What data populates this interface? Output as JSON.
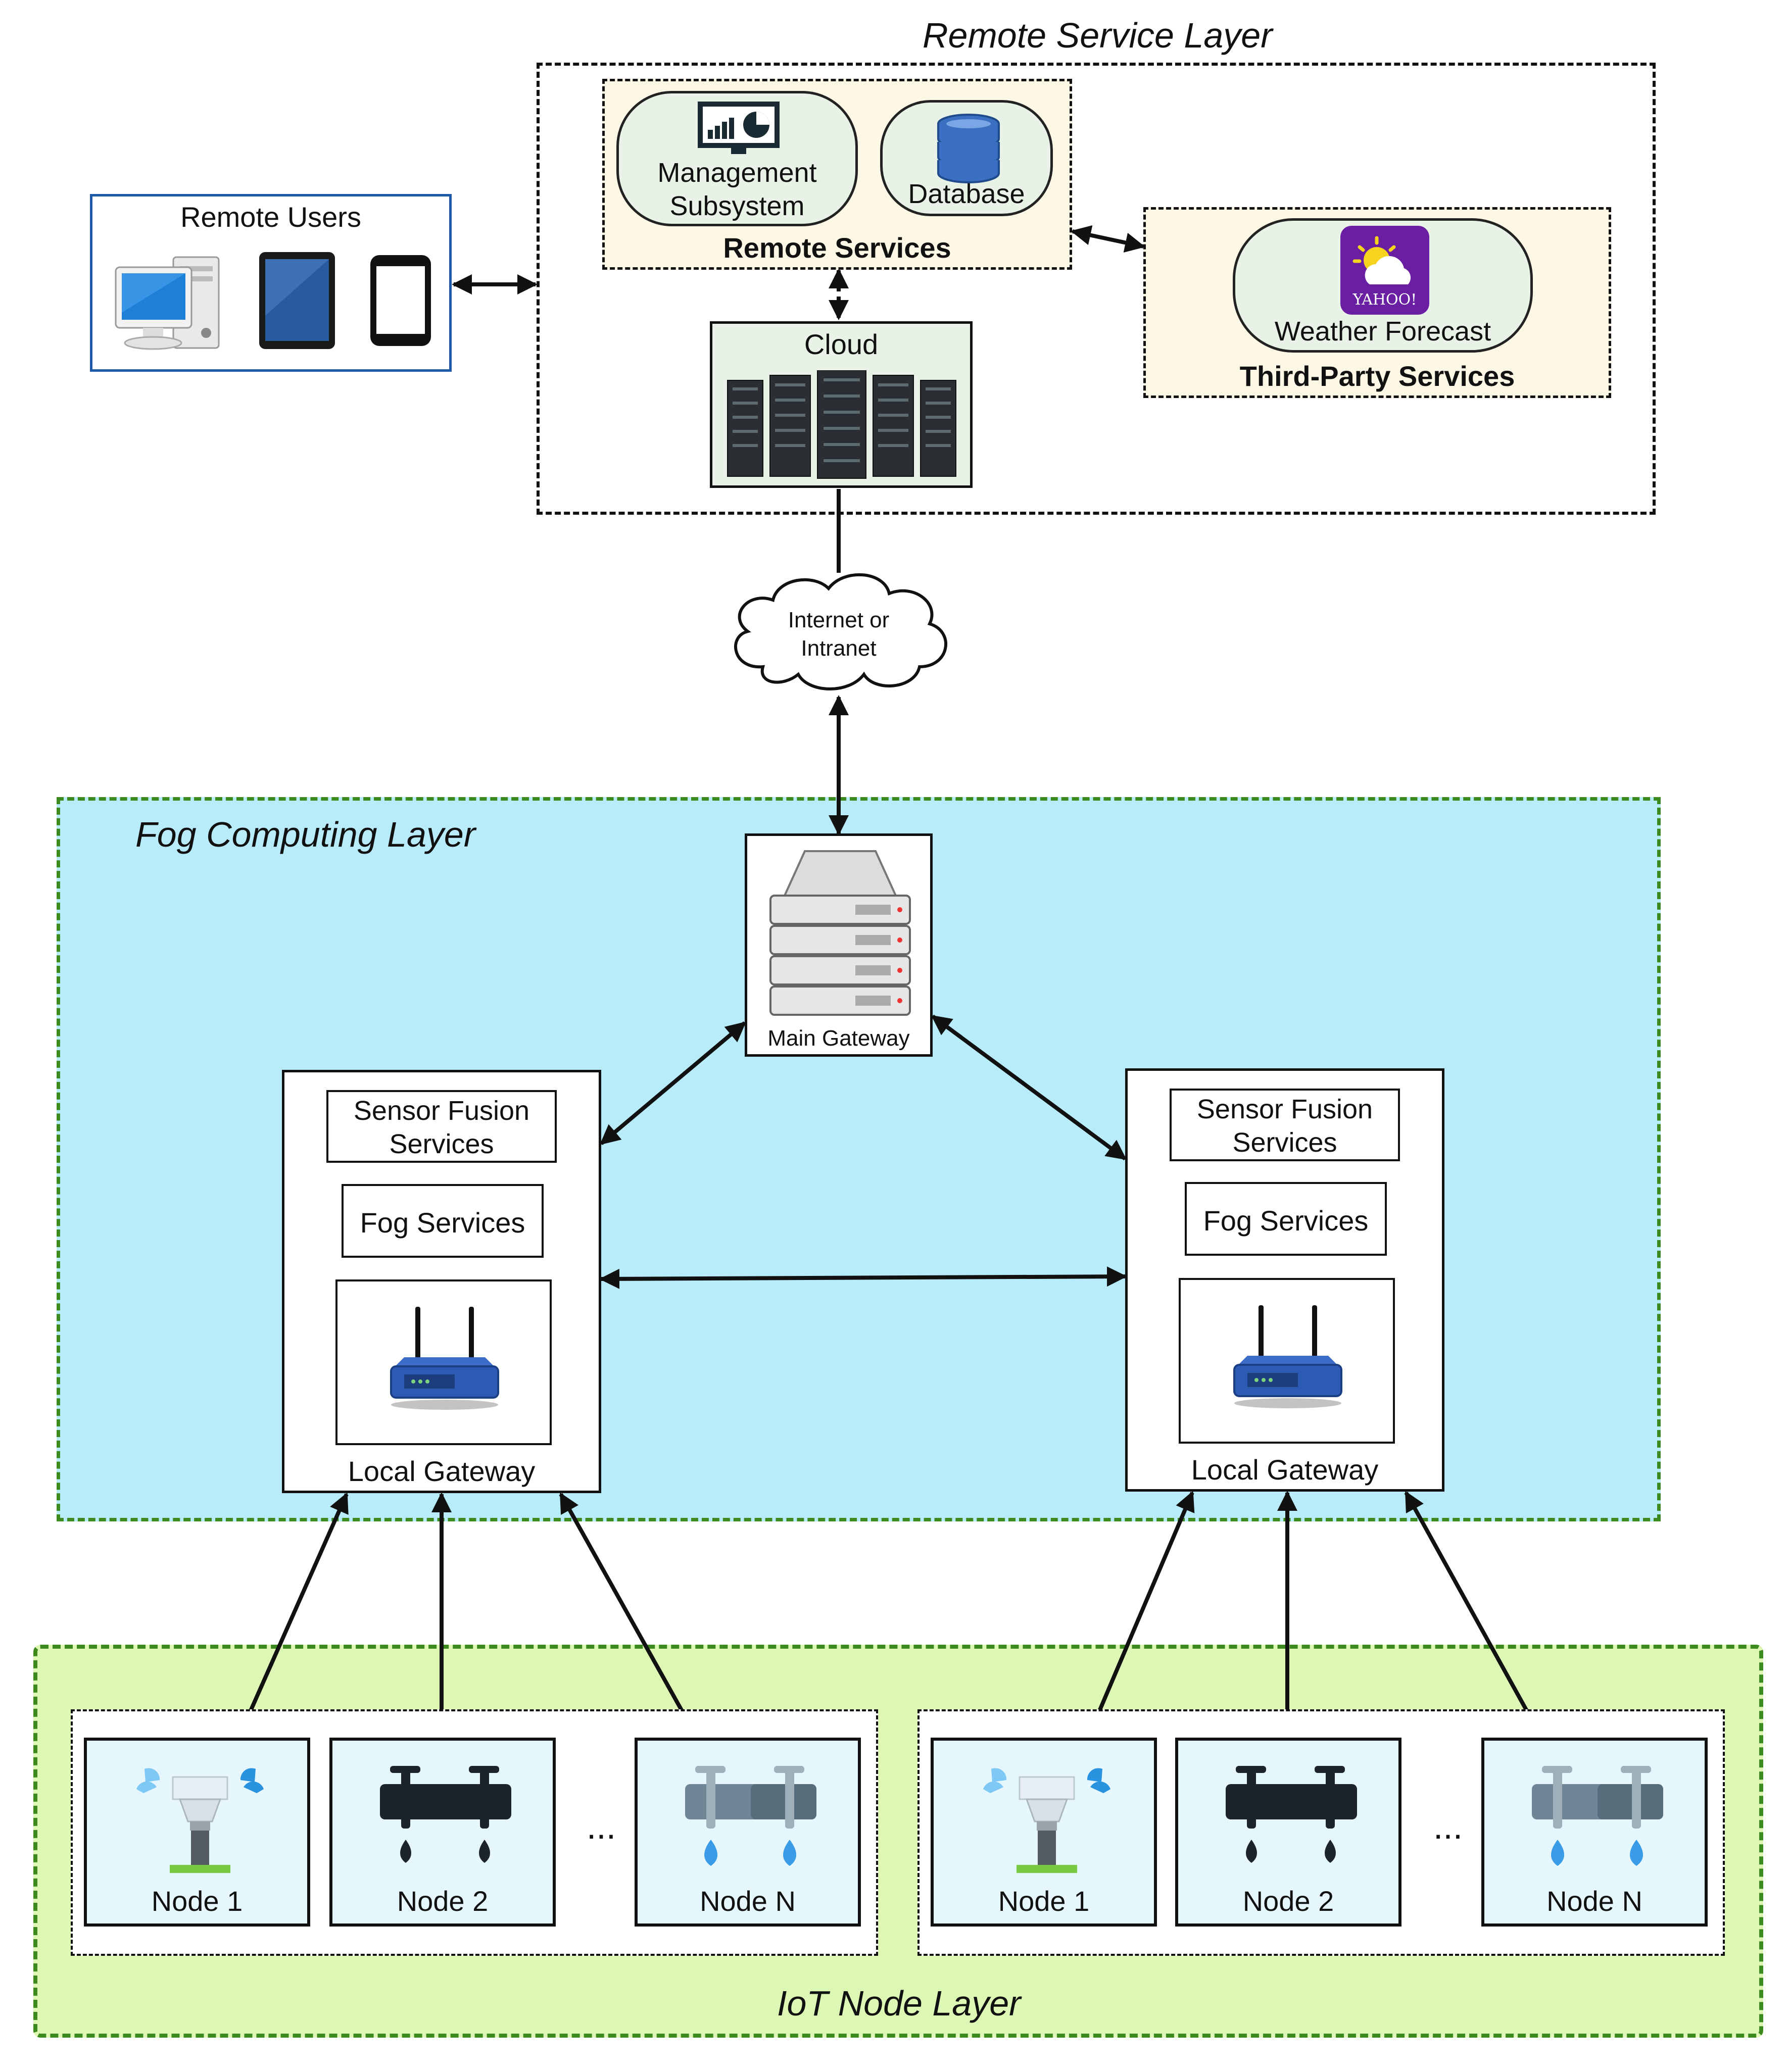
{
  "layers": {
    "remote": "Remote Service Layer",
    "fog": "Fog Computing Layer",
    "iot": "IoT Node Layer"
  },
  "remote_users": {
    "title": "Remote Users",
    "devices": [
      "desktop-icon",
      "tablet-icon",
      "phone-icon"
    ]
  },
  "remote_services": {
    "group_label": "Remote Services",
    "management": "Management\nSubsystem",
    "database": "Database"
  },
  "third_party": {
    "group_label": "Third-Party Services",
    "weather": "Weather Forecast",
    "logo_text": "YAHOO!"
  },
  "cloud": {
    "label": "Cloud"
  },
  "internet": {
    "label": "Internet or\nIntranet"
  },
  "main_gateway": {
    "label": "Main Gateway"
  },
  "local_gateways": [
    {
      "sensor_fusion": "Sensor Fusion\nServices",
      "fog_services": "Fog Services",
      "label": "Local Gateway"
    },
    {
      "sensor_fusion": "Sensor Fusion\nServices",
      "fog_services": "Fog Services",
      "label": "Local Gateway"
    }
  ],
  "node_groups": [
    {
      "nodes": [
        "Node 1",
        "Node 2",
        "Node N"
      ],
      "ellipsis": "..."
    },
    {
      "nodes": [
        "Node 1",
        "Node 2",
        "Node N"
      ],
      "ellipsis": "..."
    }
  ],
  "colors": {
    "fog_bg": "#b8ecfb",
    "fog_border": "#3d8a1e",
    "iot_bg": "#dcf8b4",
    "iot_border": "#3d8a1e",
    "services_bg": "#fdf8e6",
    "users_border": "#1f5aa8",
    "node_bg": "#e6f6fd",
    "yahoo_purple": "#6a1fa2"
  }
}
